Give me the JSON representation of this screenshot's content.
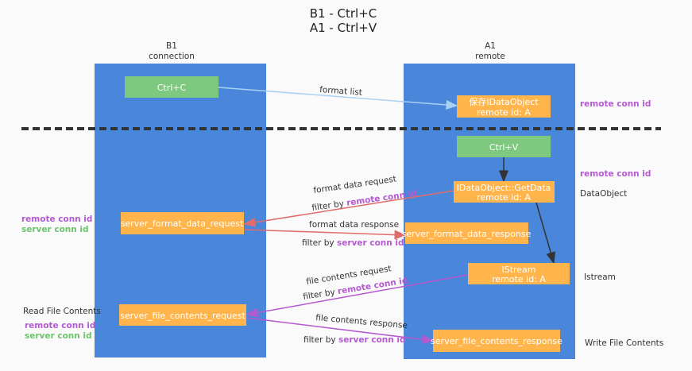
{
  "title": [
    "B1 - Ctrl+C",
    "A1 - Ctrl+V"
  ],
  "lanes": {
    "left": [
      "B1",
      "connection"
    ],
    "right": [
      "A1",
      "remote"
    ]
  },
  "nodes": {
    "ctrl_c": "Ctrl+C",
    "save_obj": [
      "保存IDataObject",
      "remote id: A"
    ],
    "ctrl_v": "Ctrl+V",
    "getdata": [
      "IDataObject::GetData",
      "remote id: A"
    ],
    "fmt_req": "server_format_data_request",
    "fmt_resp": "server_format_data_response",
    "istream": [
      "IStream",
      "remote id: A"
    ],
    "file_req": "server_file_contents_request",
    "file_resp": "server_file_contents_response"
  },
  "edges": {
    "format_list": "format list",
    "fmt_req": "format data request",
    "fmt_resp": "format data response",
    "file_req": "file contents request",
    "file_resp": "file contents response",
    "filter_by": "filter by",
    "remote_conn_id": "remote conn id",
    "server_conn_id": "server conn id"
  },
  "notes": {
    "remote_conn_id": "remote conn id",
    "server_conn_id": "server conn id",
    "dataobject": "DataObject",
    "istream": "Istream",
    "read_file": "Read File Contents",
    "write_file": "Write File Contents"
  },
  "colors": {
    "lane": "#4a86d9",
    "node": "#ffb54c",
    "trigger": "#7ec87f",
    "purple": "#b45ad0",
    "green": "#6cc46c",
    "red": "#e06b6b",
    "blue": "#a8d0f5"
  }
}
